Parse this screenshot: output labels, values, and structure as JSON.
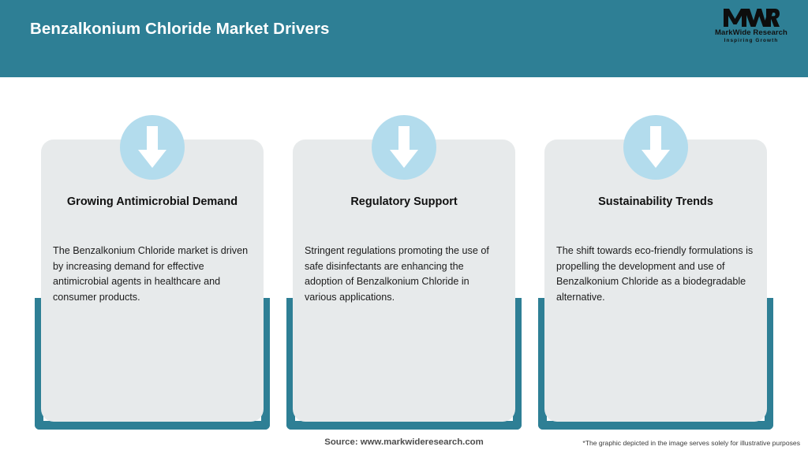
{
  "header": {
    "title": "Benzalkonium Chloride Market Drivers",
    "background_color": "#2e7f95",
    "title_color": "#ffffff"
  },
  "logo": {
    "mark": "MWR",
    "name": "MarkWide Research",
    "tagline": "Inspiring Growth"
  },
  "theme": {
    "accent_teal": "#2e7f95",
    "card_gray": "#e7eaeb",
    "badge_blue": "#b3dced",
    "arrow_white": "#ffffff"
  },
  "cards": [
    {
      "icon": "down-arrow-icon",
      "title": "Growing Antimicrobial Demand",
      "body": "The Benzalkonium Chloride market is driven by increasing demand for effective antimicrobial agents in healthcare and consumer products."
    },
    {
      "icon": "down-arrow-icon",
      "title": "Regulatory Support",
      "body": "Stringent regulations promoting the use of safe disinfectants are enhancing the adoption of Benzalkonium Chloride in various applications."
    },
    {
      "icon": "down-arrow-icon",
      "title": "Sustainability Trends",
      "body": "The shift towards eco-friendly formulations is propelling the development and use of Benzalkonium Chloride as a biodegradable alternative."
    }
  ],
  "footer": {
    "source": "Source: www.markwideresearch.com",
    "disclaimer": "*The graphic depicted in the image serves solely for illustrative purposes"
  }
}
